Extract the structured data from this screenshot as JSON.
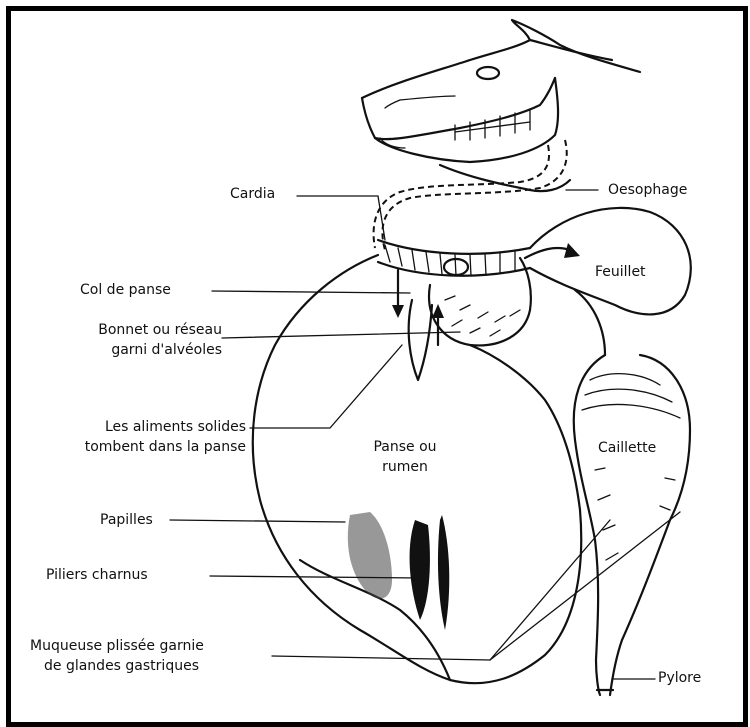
{
  "labels": {
    "cardia": "Cardia",
    "oesophage": "Oesophage",
    "col_de_panse": "Col de panse",
    "feuillet": "Feuillet",
    "bonnet_line1": "Bonnet ou réseau",
    "bonnet_line2": "garni d'alvéoles",
    "aliments_line1": "Les aliments solides",
    "aliments_line2": "tombent dans la panse",
    "panse_line1": "Panse ou",
    "panse_line2": "rumen",
    "caillette": "Caillette",
    "papilles": "Papilles",
    "piliers": "Piliers charnus",
    "muqueuse_line1": "Muqueuse plissée garnie",
    "muqueuse_line2": "de glandes gastriques",
    "pylore": "Pylore"
  }
}
